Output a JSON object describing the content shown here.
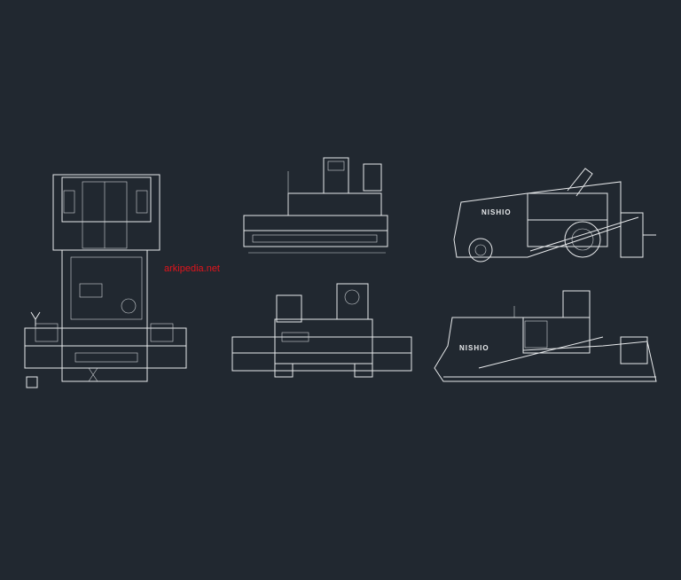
{
  "watermark": "arkipedia.net",
  "drawing_text": {
    "brand_side_view": "NISHIO",
    "brand_iso_view": "NISHIO"
  },
  "colors": {
    "background": "#212830",
    "linework": "#e8eaec",
    "watermark": "#e0141c"
  },
  "views": [
    "plan-view",
    "side-elevation",
    "rear-elevation",
    "side-view-perspective",
    "isometric-view"
  ]
}
